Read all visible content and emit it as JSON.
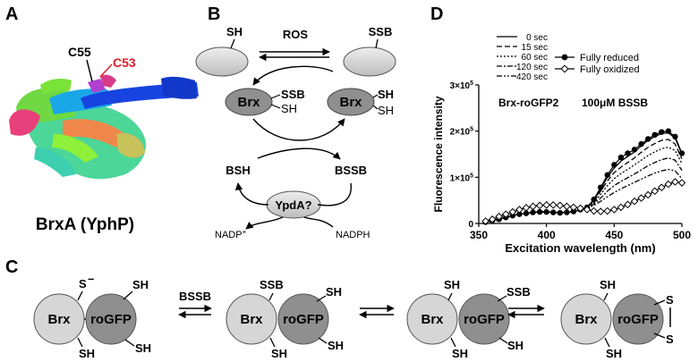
{
  "panels": {
    "a": "A",
    "b": "B",
    "c": "C",
    "d": "D"
  },
  "colors": {
    "oval_light": "#d6d6d6",
    "oval_dark": "#8f8f8f",
    "residue_label": "#e0202a",
    "ink": "#000000"
  },
  "panel_a": {
    "residue_1": "C55",
    "residue_2": "C53",
    "caption": "BrxA (YphP)",
    "icons": [
      "protein-ribbon-structure"
    ]
  },
  "panel_b": {
    "sh": "SH",
    "ros": "ROS",
    "ssb": "SSB",
    "brx": "Brx",
    "bsh": "BSH",
    "bssb": "BSSB",
    "ypda": "YpdA?",
    "nadp": "NADP",
    "nadp_sup": "+",
    "nadph": "NADPH"
  },
  "panel_c": {
    "brx": "Brx",
    "rogfp": "roGFP",
    "s_minus": "S",
    "minus": "–",
    "sh": "SH",
    "ssb": "SSB",
    "s": "S",
    "bssb": "BSSB"
  },
  "chart_data": {
    "type": "line",
    "annotation_1": "Brx-roGFP2",
    "annotation_2": "100μM BSSB",
    "xlabel": "Excitation wavelength (nm)",
    "ylabel": "Fluorescence intensity",
    "xlim": [
      350,
      500
    ],
    "ylim": [
      0,
      300000
    ],
    "x_ticks": [
      "350",
      "400",
      "450",
      "500"
    ],
    "y_ticks": [
      {
        "value": 0,
        "base": "0",
        "exp": ""
      },
      {
        "value": 100000,
        "base": "1×10",
        "exp": "5"
      },
      {
        "value": 200000,
        "base": "2×10",
        "exp": "5"
      },
      {
        "value": 300000,
        "base": "3×10",
        "exp": "5"
      }
    ],
    "legend_placement": "top",
    "x": [
      355,
      360,
      365,
      370,
      375,
      380,
      385,
      390,
      395,
      400,
      405,
      410,
      415,
      420,
      425,
      430,
      435,
      440,
      445,
      450,
      455,
      460,
      465,
      470,
      475,
      480,
      485,
      490,
      495,
      500
    ],
    "series": [
      {
        "name": "0 sec",
        "dash": "",
        "values": [
          3000,
          6000,
          9000,
          13000,
          17000,
          20000,
          22000,
          24000,
          25000,
          25000,
          24000,
          23000,
          24000,
          26000,
          30000,
          35000,
          50000,
          75000,
          100000,
          120000,
          135000,
          145000,
          155000,
          168000,
          180000,
          188000,
          195000,
          196000,
          185000,
          150000
        ]
      },
      {
        "name": "15 sec",
        "dash": "6,3",
        "values": [
          3000,
          6000,
          9000,
          13000,
          17000,
          20000,
          22000,
          24000,
          25000,
          25000,
          24000,
          23000,
          24000,
          26000,
          30000,
          35000,
          48000,
          70000,
          92000,
          110000,
          122000,
          132000,
          142000,
          154000,
          165000,
          173000,
          180000,
          182000,
          172000,
          140000
        ]
      },
      {
        "name": "60 sec",
        "dash": "2,2",
        "values": [
          3000,
          6000,
          9000,
          13000,
          17000,
          20000,
          22000,
          24000,
          25000,
          25000,
          24000,
          23000,
          24000,
          26000,
          30000,
          34000,
          45000,
          63000,
          82000,
          97000,
          108000,
          117000,
          127000,
          137000,
          147000,
          155000,
          162000,
          165000,
          158000,
          130000
        ]
      },
      {
        "name": "120 sec",
        "dash": "6,2,2,2",
        "values": [
          3000,
          6000,
          9000,
          13000,
          17000,
          20000,
          22000,
          24000,
          25000,
          25000,
          24000,
          23000,
          24000,
          26000,
          30000,
          34000,
          42000,
          55000,
          70000,
          82000,
          91000,
          99000,
          107000,
          116000,
          125000,
          132000,
          138000,
          142000,
          137000,
          115000
        ]
      },
      {
        "name": "420 sec",
        "dash": "6,2,2,2,2,2",
        "values": [
          3000,
          6000,
          9000,
          13000,
          17000,
          20000,
          22000,
          24000,
          25000,
          25000,
          24000,
          23000,
          24000,
          26000,
          29000,
          33000,
          39000,
          48000,
          58000,
          67000,
          75000,
          82000,
          89000,
          96000,
          103000,
          109000,
          114000,
          117000,
          114000,
          97000
        ]
      },
      {
        "name": "Fully reduced",
        "marker": "filled-circle",
        "values": [
          3000,
          6000,
          9000,
          13000,
          17000,
          20000,
          22000,
          24000,
          25000,
          25000,
          24000,
          23000,
          24000,
          26000,
          30000,
          35000,
          52000,
          78000,
          105000,
          127000,
          143000,
          152000,
          160000,
          172000,
          183000,
          192000,
          198000,
          200000,
          188000,
          152000
        ]
      },
      {
        "name": "Fully oxidized",
        "marker": "open-diamond",
        "values": [
          5000,
          9000,
          15000,
          20000,
          25000,
          30000,
          34000,
          37000,
          39000,
          40000,
          40000,
          39000,
          37000,
          35000,
          33000,
          30000,
          27000,
          26000,
          27000,
          30000,
          35000,
          41000,
          48000,
          55000,
          62000,
          70000,
          78000,
          85000,
          90000,
          88000
        ]
      }
    ]
  }
}
